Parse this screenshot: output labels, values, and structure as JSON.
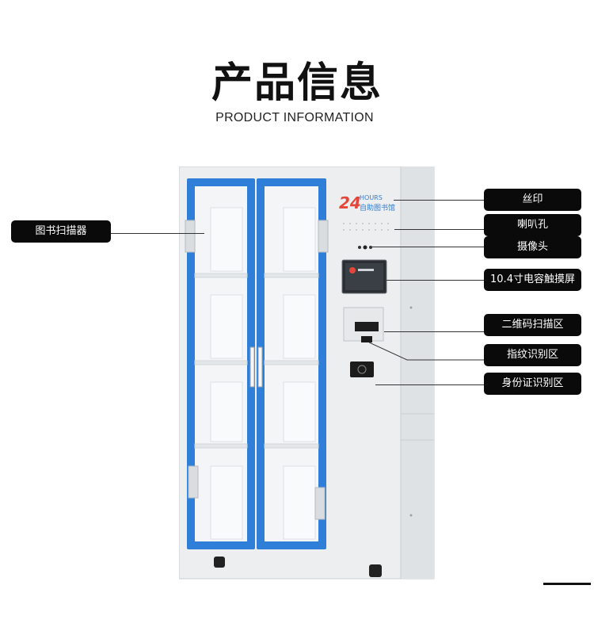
{
  "header": {
    "title": "产品信息",
    "subtitle": "PRODUCT INFORMATION"
  },
  "screen_print": {
    "big_number": "24",
    "hours": "HOURS",
    "library_name": "自助图书馆"
  },
  "callouts": {
    "book_scanner": "图书扫描器",
    "silk_print": "丝印",
    "speaker_hole": "喇叭孔",
    "camera": "摄像头",
    "touch_screen": "10.4寸电容触摸屏",
    "qr_scan_area": "二维码扫描区",
    "fingerprint_area": "指纹识别区",
    "id_card_area": "身份证识别区"
  },
  "colors": {
    "door_frame": "#2f7ed8",
    "cabinet_body": "#eceef0",
    "callout_bg": "#0a0a0a",
    "logo_red": "#e2473a"
  }
}
